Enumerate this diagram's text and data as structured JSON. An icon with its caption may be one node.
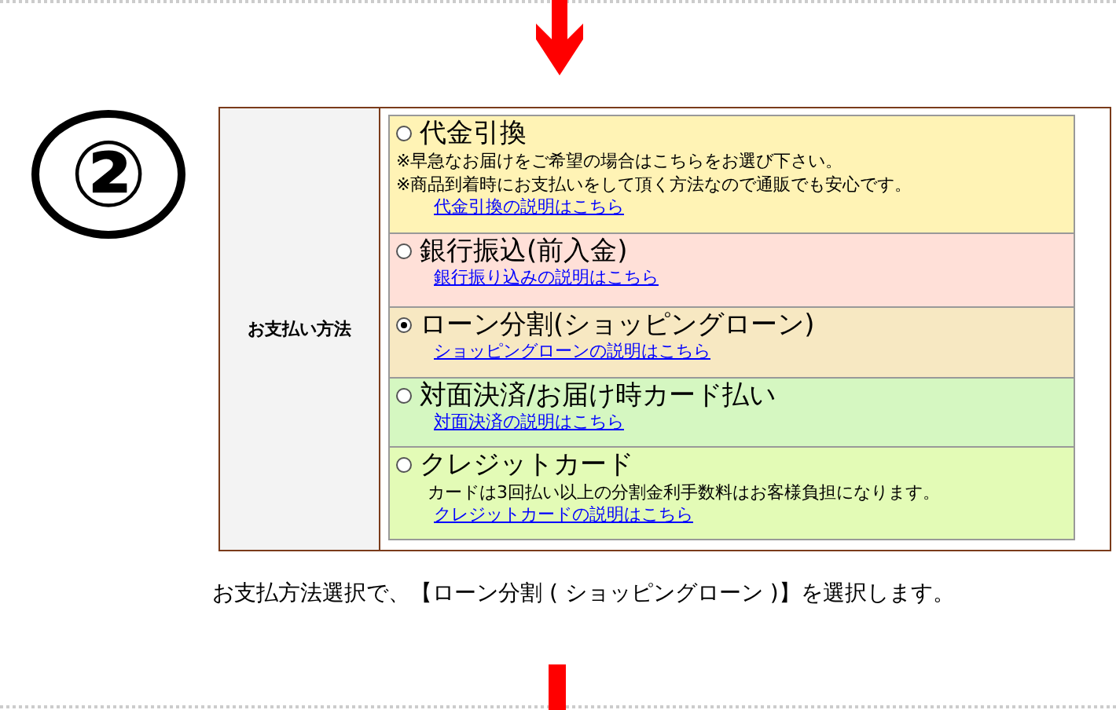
{
  "diagram": {
    "caption": "お支払方法選択で、【ローン分割 ( ショッピングローン )】を選択します。",
    "nodes": [
      {
        "text": [
          "お支払い方法"
        ]
      },
      {
        "text": [
          "代金引換",
          "※早急なお届けをご希望の場合はこちらをお選び下さい。",
          "※商品到着時にお支払いをして頂く方法なので通販でも安心です。",
          "代金引換の説明はこちら"
        ]
      },
      {
        "text": [
          "銀行振込(前入金)",
          "銀行振り込みの説明はこちら"
        ]
      },
      {
        "text": [
          "ローン分割(ショッピングローン)",
          "ショッピングローンの説明はこちら"
        ]
      },
      {
        "text": [
          "対面決済/お届け時カード払い",
          "対面決済の説明はこちら"
        ]
      },
      {
        "text": [
          "クレジットカード",
          "カードは3回払い以上の分割金利手数料はお客様負担になります。",
          "クレジットカードの説明はこちら"
        ]
      }
    ],
    "labels": [
      "②"
    ]
  }
}
